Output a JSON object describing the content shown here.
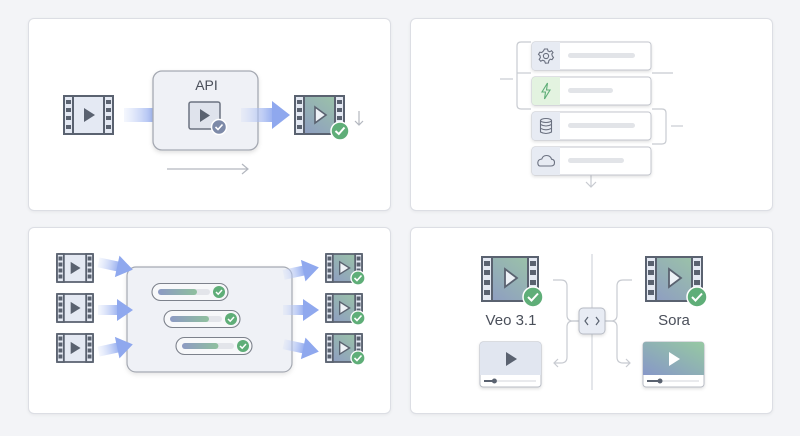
{
  "panels": {
    "single_api": {
      "box_label": "API",
      "input": "video-file-icon",
      "output": "video-file-verified-icon",
      "output_status": "success"
    },
    "stack": {
      "layers": [
        {
          "icon": "gear-icon",
          "highlight": false
        },
        {
          "icon": "lightning-icon",
          "highlight": true
        },
        {
          "icon": "database-icon",
          "highlight": false
        },
        {
          "icon": "cloud-icon",
          "highlight": false
        }
      ]
    },
    "batch": {
      "jobs": [
        {
          "progress": 0.75,
          "status": "success"
        },
        {
          "progress": 0.75,
          "status": "success"
        },
        {
          "progress": 0.7,
          "status": "success"
        }
      ]
    },
    "compare": {
      "left_label": "Veo 3.1",
      "right_label": "Sora",
      "center_icon": "code-brackets-icon",
      "left_player_progress": 0.2,
      "right_player_progress": 0.25
    }
  },
  "colors": {
    "accent_blue": "#8fa8e8",
    "success_green": "#5fae78",
    "icon_gray": "#5a6270",
    "highlight_green": "#e3f3e0"
  }
}
